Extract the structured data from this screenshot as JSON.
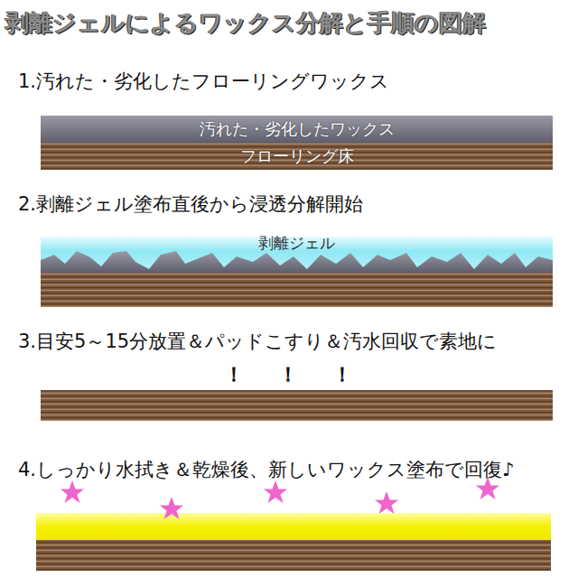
{
  "diagram": {
    "title": "剥離ジェルによるワックス分解と手順の図解",
    "nodes": [
      {
        "text": [
          "汚れた・劣化したワックス"
        ]
      },
      {
        "text": [
          "フローリング床"
        ]
      },
      {
        "text": [
          "剥離ジェル"
        ]
      }
    ],
    "labels": [
      "1.汚れた・劣化したフローリングワックス",
      "2.剥離ジェル塗布直後から浸透分解開始",
      "3.目安5～15分放置＆パッドこすり＆汚水回収で素地に",
      "！",
      "！",
      "！",
      "4.しっかり水拭き＆乾燥後、新しいワックス塗布で回復♪"
    ]
  }
}
